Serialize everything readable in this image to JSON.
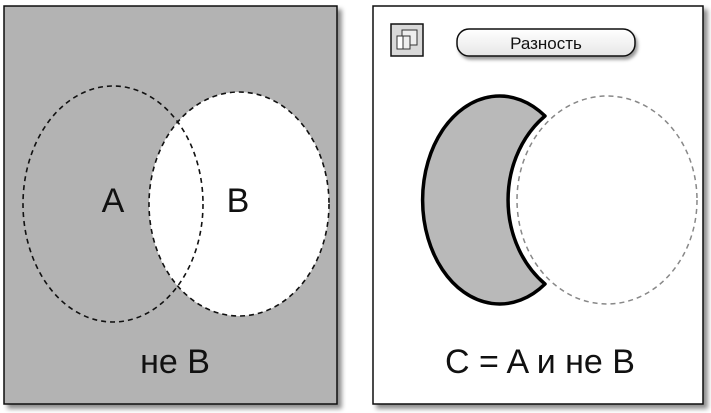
{
  "colors": {
    "panel_gray": "#b3b3b3",
    "fill_gray": "#b9b9b9",
    "white": "#ffffff",
    "outline": "#000000",
    "dashed_light": "#888888"
  },
  "left_panel": {
    "set_a_label": "A",
    "set_b_label": "B",
    "caption": "не B"
  },
  "right_panel": {
    "toolbar": {
      "icon": "subtract-shapes-icon",
      "button_label": "Разность"
    },
    "caption": "C = A и не B"
  }
}
